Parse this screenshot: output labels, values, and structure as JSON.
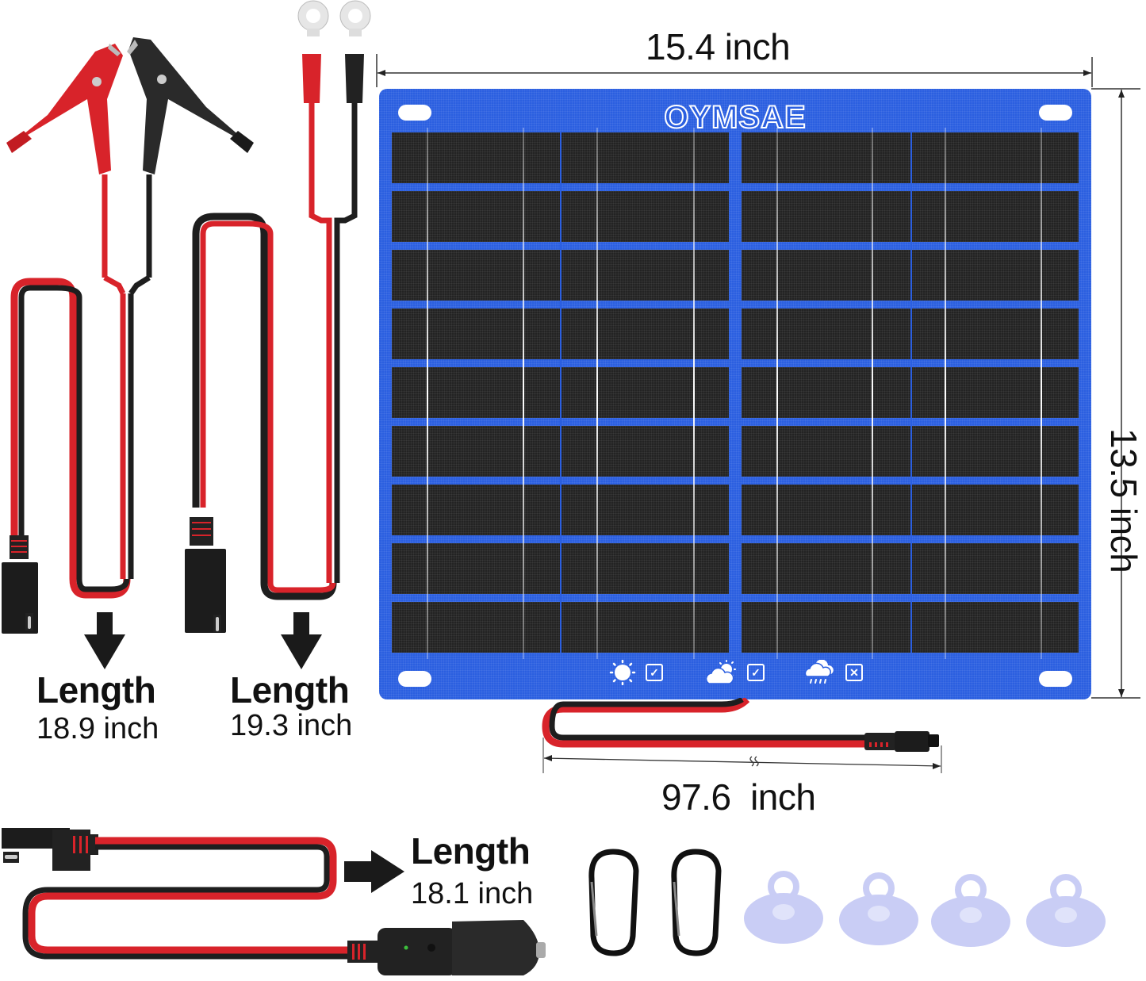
{
  "product": {
    "brand": "OYMSAE",
    "colors": {
      "panel_blue": "#2b5fe0",
      "cell_black": "#232323",
      "wire_red": "#d8232a",
      "wire_black": "#1e1e1e",
      "suction_cup": "#c9cdf5"
    }
  },
  "dimensions": {
    "panel_width": "15.4 inch",
    "panel_height": "13.5 inch",
    "panel_cable": "97.6  inch"
  },
  "panel": {
    "rows": 9,
    "weather_indicators": [
      {
        "icon": "sun-icon",
        "status": "check",
        "status_glyph": "✓"
      },
      {
        "icon": "partly-cloudy-icon",
        "status": "check",
        "status_glyph": "✓"
      },
      {
        "icon": "rain-cloud-icon",
        "status": "cross",
        "status_glyph": "✕"
      }
    ]
  },
  "cables": [
    {
      "name": "alligator-clip-cable",
      "title": "Length",
      "length": "18.9 inch"
    },
    {
      "name": "ring-terminal-cable",
      "title": "Length",
      "length": "19.3 inch"
    },
    {
      "name": "cigarette-lighter-cable",
      "title": "Length",
      "length": "18.1 inch"
    }
  ],
  "accessories": {
    "carabiners": 2,
    "suction_cups": 4
  }
}
